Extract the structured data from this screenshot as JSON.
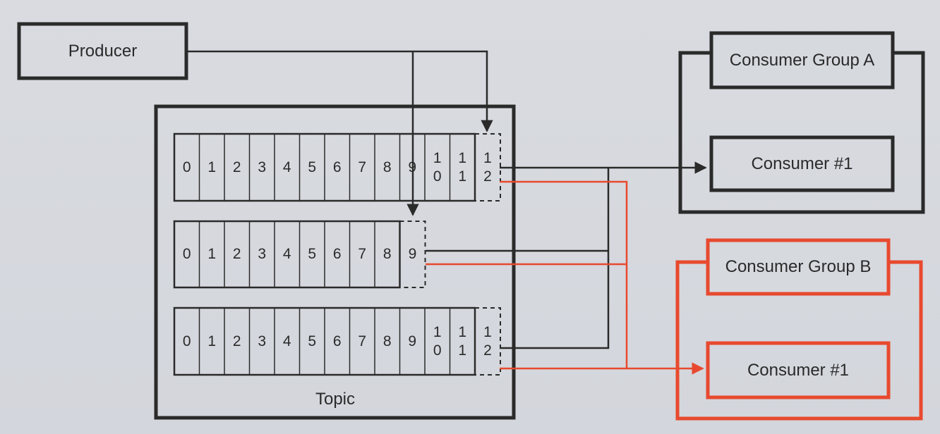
{
  "producer": {
    "label": "Producer"
  },
  "topic": {
    "label": "Topic",
    "partitions": [
      {
        "offsets": [
          "0",
          "1",
          "2",
          "3",
          "4",
          "5",
          "6",
          "7",
          "8",
          "9",
          "1\n0",
          "1\n1"
        ],
        "next_offset": "1\n2"
      },
      {
        "offsets": [
          "0",
          "1",
          "2",
          "3",
          "4",
          "5",
          "6",
          "7",
          "8"
        ],
        "next_offset": "9"
      },
      {
        "offsets": [
          "0",
          "1",
          "2",
          "3",
          "4",
          "5",
          "6",
          "7",
          "8",
          "9",
          "1\n0",
          "1\n1"
        ],
        "next_offset": "1\n2"
      }
    ]
  },
  "consumer_group_a": {
    "label": "Consumer Group A",
    "consumer_label": "Consumer #1",
    "color": "#2a2a2a"
  },
  "consumer_group_b": {
    "label": "Consumer Group B",
    "consumer_label": "Consumer #1",
    "color": "#e8492e"
  }
}
